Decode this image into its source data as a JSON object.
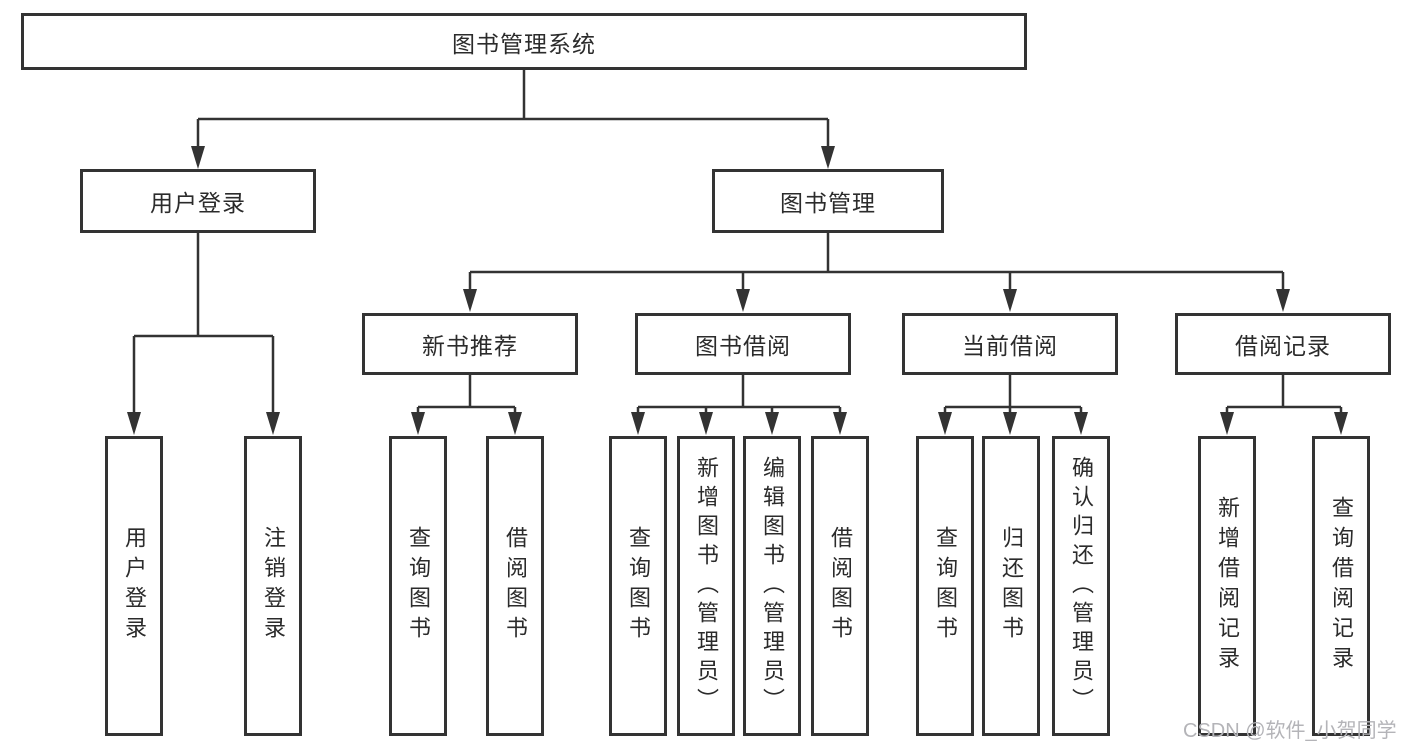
{
  "diagram": {
    "root": {
      "label": "图书管理系统"
    },
    "level2": [
      {
        "label": "用户登录"
      },
      {
        "label": "图书管理"
      }
    ],
    "level3": [
      {
        "label": "新书推荐",
        "parent": "图书管理"
      },
      {
        "label": "图书借阅",
        "parent": "图书管理"
      },
      {
        "label": "当前借阅",
        "parent": "图书管理"
      },
      {
        "label": "借阅记录",
        "parent": "图书管理"
      }
    ],
    "leaves": [
      {
        "label": "用户登录",
        "parent": "用户登录"
      },
      {
        "label": "注销登录",
        "parent": "用户登录"
      },
      {
        "label": "查询图书",
        "parent": "新书推荐"
      },
      {
        "label": "借阅图书",
        "parent": "新书推荐"
      },
      {
        "label": "查询图书",
        "parent": "图书借阅"
      },
      {
        "label": "新增图书（管理员）",
        "parent": "图书借阅"
      },
      {
        "label": "编辑图书（管理员）",
        "parent": "图书借阅"
      },
      {
        "label": "借阅图书",
        "parent": "图书借阅"
      },
      {
        "label": "查询图书",
        "parent": "当前借阅"
      },
      {
        "label": "归还图书",
        "parent": "当前借阅"
      },
      {
        "label": "确认归还（管理员）",
        "parent": "当前借阅"
      },
      {
        "label": "新增借阅记录",
        "parent": "借阅记录"
      },
      {
        "label": "查询借阅记录",
        "parent": "借阅记录"
      }
    ],
    "line_color": "#333333"
  },
  "watermark": {
    "text": "CSDN @软件_小贺同学"
  }
}
